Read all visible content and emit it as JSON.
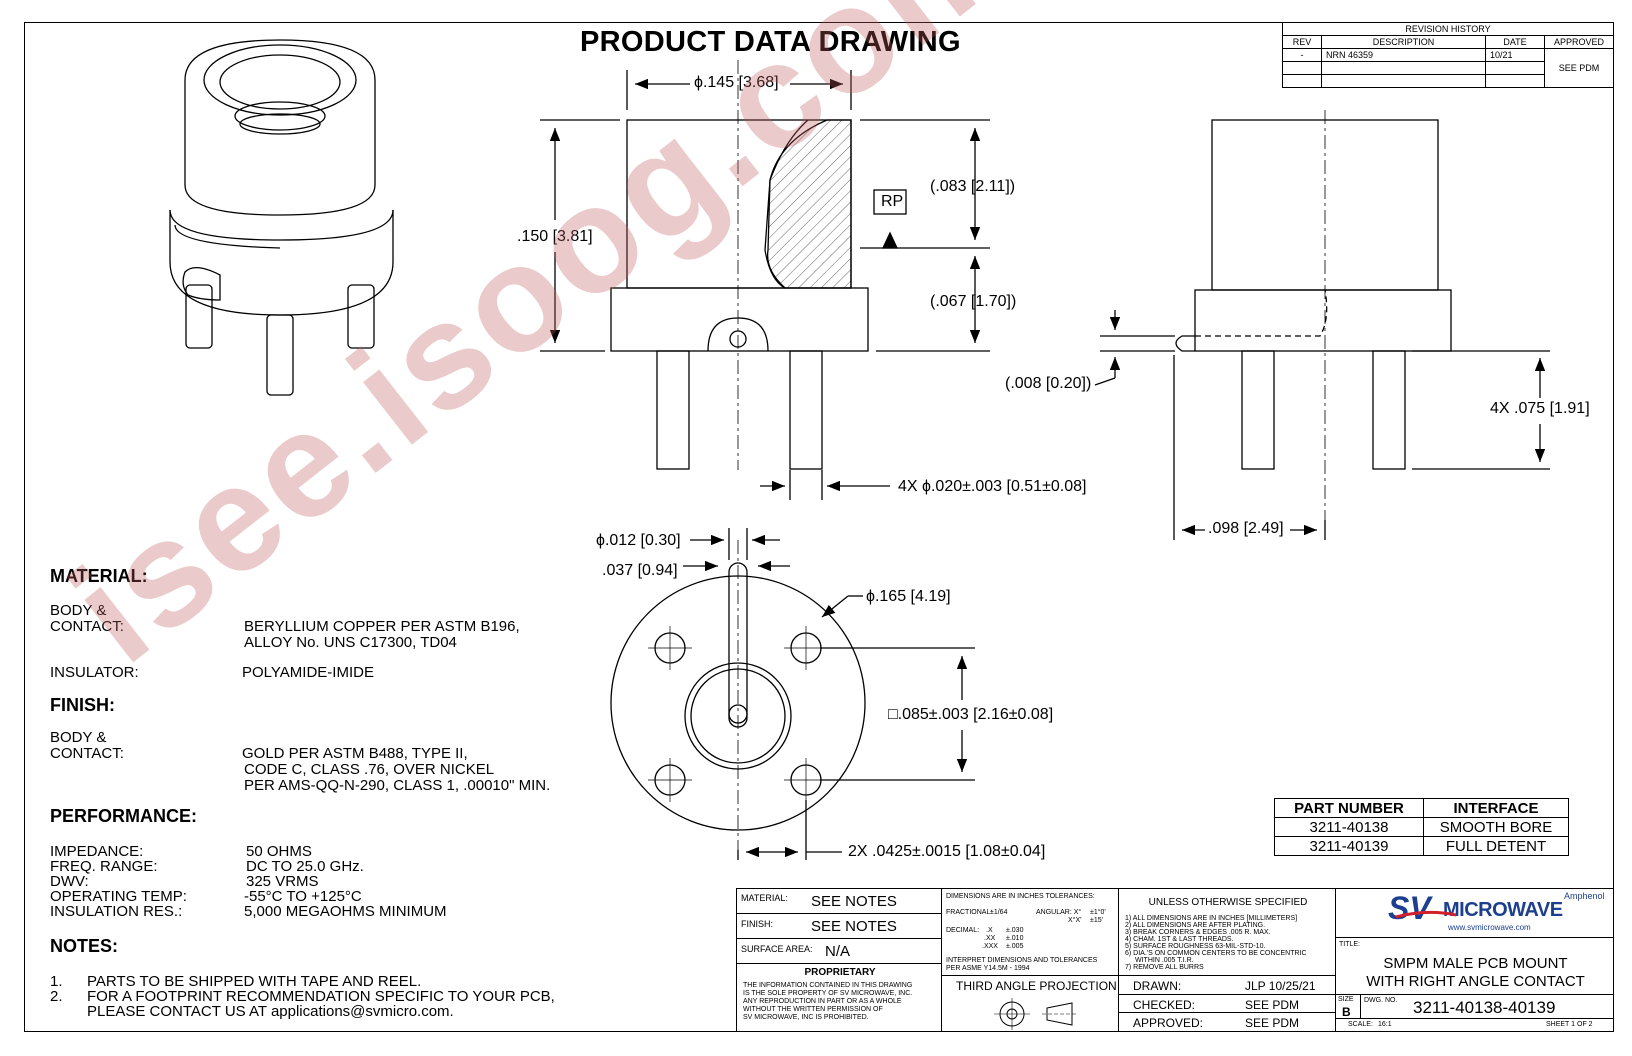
{
  "title": "PRODUCT DATA DRAWING",
  "watermark": "isee.isoog.com",
  "revision": {
    "heading": "REVISION HISTORY",
    "columns": [
      "REV",
      "DESCRIPTION",
      "DATE",
      "APPROVED"
    ],
    "row": {
      "rev": "-",
      "description": "NRN 46359",
      "date": "10/21"
    },
    "approved": "SEE PDM"
  },
  "dims": {
    "d1": "ϕ.145",
    "d1b": "3.68",
    "d2": ".150",
    "d2b": "3.81",
    "d3": ".083",
    "d3b": "2.11",
    "d4": ".067",
    "d4b": "1.70",
    "rp": "RP",
    "d5": ".008",
    "d5b": "0.20",
    "d6": "4X .075",
    "d6b": "1.91",
    "d7": "4X ϕ.020±.003",
    "d7b": "0.51±0.08",
    "d8": ".098",
    "d8b": "2.49",
    "d9": "ϕ.012",
    "d9b": "0.30",
    "d10": ".037",
    "d10b": "0.94",
    "d11": "ϕ.165",
    "d11b": "4.19",
    "d12": "□.085±.003",
    "d12b": "2.16±0.08",
    "d13": "2X .0425±.0015",
    "d13b": "1.08±0.04"
  },
  "material": {
    "heading": "MATERIAL:",
    "body_label": "BODY &",
    "contact_label": "CONTACT:",
    "body_value1": "BERYLLIUM COPPER PER ASTM B196,",
    "body_value2": "ALLOY No. UNS C17300, TD04",
    "insulator_label": "INSULATOR:",
    "insulator_value": "POLYAMIDE-IMIDE"
  },
  "finish": {
    "heading": "FINISH:",
    "body_label": "BODY &",
    "contact_label": "CONTACT:",
    "value1": "GOLD PER ASTM B488, TYPE II,",
    "value2": "CODE C, CLASS .76, OVER NICKEL",
    "value3": "PER AMS-QQ-N-290, CLASS 1, .00010\" MIN."
  },
  "performance": {
    "heading": "PERFORMANCE:",
    "rows": [
      {
        "label": "IMPEDANCE:",
        "value": "50 OHMS"
      },
      {
        "label": "FREQ. RANGE:",
        "value": "DC TO 25.0 GHz."
      },
      {
        "label": "DWV:",
        "value": "325 VRMS"
      },
      {
        "label": "OPERATING TEMP:",
        "value": "-55°C TO +125°C"
      },
      {
        "label": "INSULATION RES.:",
        "value": "5,000 MEGAOHMS MINIMUM"
      }
    ]
  },
  "notes": {
    "heading": "NOTES:",
    "n1_num": "1.",
    "n1": "PARTS TO BE SHIPPED WITH TAPE AND REEL.",
    "n2_num": "2.",
    "n2a": "FOR A FOOTPRINT RECOMMENDATION SPECIFIC TO YOUR PCB,",
    "n2b": "PLEASE CONTACT US AT applications@svmicro.com."
  },
  "parts": {
    "headers": [
      "PART NUMBER",
      "INTERFACE"
    ],
    "rows": [
      {
        "pn": "3211-40138",
        "iface": "SMOOTH BORE"
      },
      {
        "pn": "3211-40139",
        "iface": "FULL DETENT"
      }
    ]
  },
  "titleblock": {
    "material_label": "MATERIAL:",
    "material_value": "SEE NOTES",
    "finish_label": "FINISH:",
    "finish_value": "SEE NOTES",
    "surface_label": "SURFACE AREA:",
    "surface_value": "N/A",
    "proprietary": "PROPRIETARY",
    "prop_text1": "THE INFORMATION CONTAINED IN THIS DRAWING",
    "prop_text2": "IS THE SOLE PROPERTY OF SV MICROWAVE, INC.",
    "prop_text3": "ANY REPRODUCTION IN PART OR AS A WHOLE",
    "prop_text4": "WITHOUT THE WRITTEN PERMISSION OF",
    "prop_text5": "SV MICROWAVE, INC IS PROHIBITED.",
    "tol_heading": "DIMENSIONS ARE IN INCHES TOLERANCES:",
    "fractional": "FRACTIONAL:",
    "frac_val": "±1/64",
    "angular": "ANGULAR: X°",
    "ang_val1": "±1°0'",
    "ang_x2": "X°X'",
    "ang_val2": "±15'",
    "decimal": "DECIMAL:",
    "dec1": ".X",
    "dec1v": "±.030",
    "dec2": ".XX",
    "dec2v": "±.010",
    "dec3": ".XXX",
    "dec3v": "±.005",
    "interpret1": "INTERPRET DIMENSIONS AND TOLERANCES",
    "interpret2": "PER ASME Y14.5M - 1994",
    "projection": "THIRD ANGLE PROJECTION",
    "unless": "UNLESS OTHERWISE SPECIFIED",
    "spec1": "1) ALL DIMENSIONS ARE IN INCHES [MILLIMETERS]",
    "spec2": "2) ALL DIMENSIONS ARE AFTER PLATING.",
    "spec3": "3) BREAK CORNERS & EDGES .005 R. MAX.",
    "spec4": "4) CHAM. 1ST & LAST THREADS.",
    "spec5": "5) SURFACE ROUGHNESS 63-MIL-STD-10.",
    "spec6": "6) DIA.'S ON COMMON CENTERS TO BE CONCENTRIC",
    "spec6b": "WITHIN .005 T.I.R.",
    "spec7": "7) REMOVE ALL BURRS",
    "drawn_label": "DRAWN:",
    "drawn_value": "JLP 10/25/21",
    "checked_label": "CHECKED:",
    "checked_value": "SEE PDM",
    "approved_label": "APPROVED:",
    "approved_value": "SEE PDM",
    "logo_amphenol": "Amphenol",
    "logo_sv": "SV",
    "logo_microwave": "MICROWAVE",
    "logo_url": "www.svmicrowave.com",
    "title_label": "TITLE:",
    "title1": "SMPM MALE PCB MOUNT",
    "title2": "WITH RIGHT ANGLE CONTACT",
    "size_label": "SIZE",
    "size_value": "B",
    "dwg_label": "DWG. NO.",
    "dwg_value": "3211-40138-40139",
    "scale_label": "SCALE:",
    "scale_value": "16:1",
    "sheet": "SHEET 1 OF 2"
  }
}
